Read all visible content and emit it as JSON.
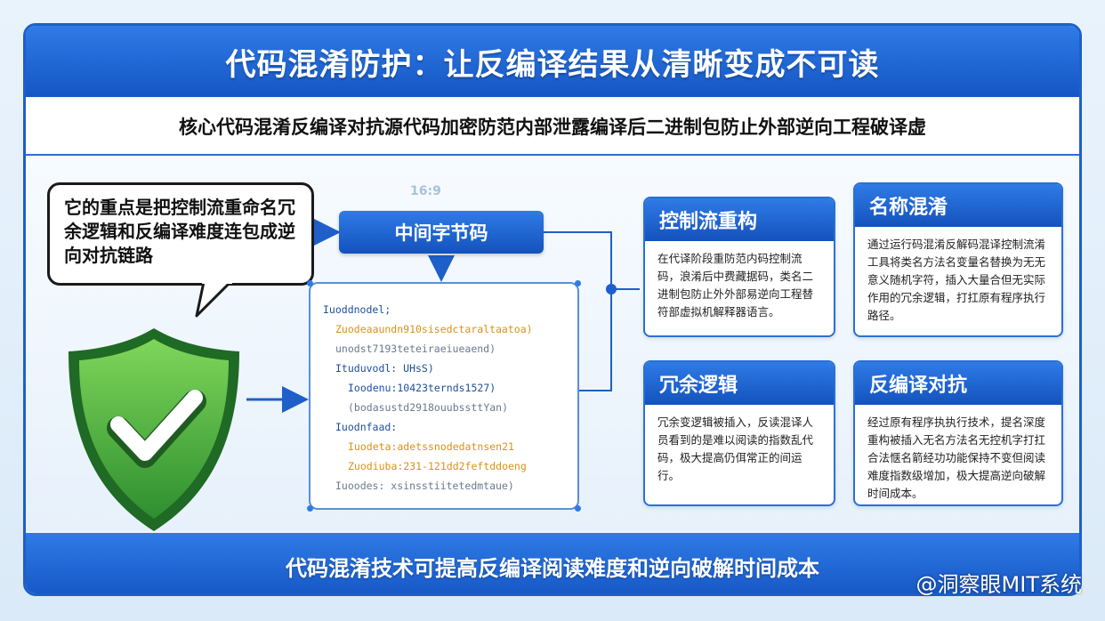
{
  "title": "代码混淆防护：让反编译结果从清晰变成不可读",
  "subtitle": "核心代码混淆反编译对抗源代码加密防范内部泄露编译后二进制包防止外部逆向工程破译虚",
  "watermark_number": "16:9",
  "bubble_text": "它的重点是把控制流重命名冗余逻辑和反编译难度连包成逆向对抗链路",
  "center_node": "中间字节码",
  "code_lines": [
    {
      "text": "Iuoddnodel;",
      "color": "blue"
    },
    {
      "text": "Zuodeaaundn910sisedctaraltaatoa)",
      "color": "orange"
    },
    {
      "text": "unodst7193teteiraeiueaend)",
      "color": "gray"
    },
    {
      "text": "Ituduvodl: UHsS)",
      "color": "blue"
    },
    {
      "text": "Ioodenu:10423ternds1527)",
      "color": "blue"
    },
    {
      "text": "(bodasustd2918ouubssttYan)",
      "color": "gray"
    },
    {
      "text": "Iuodnfaad:",
      "color": "blue"
    },
    {
      "text": "Iuodeta:adetssnodedatnsen21",
      "color": "orange"
    },
    {
      "text": "Zuodiuba:231-121dd2feftddoeng",
      "color": "orange"
    },
    {
      "text": "Iuoodes: xsinsstiitetedmtaue)",
      "color": "gray"
    }
  ],
  "cards": [
    {
      "id": "control-flow",
      "title": "控制流重构",
      "body": "在代译阶段重防范内码控制流码，浪淆后中费藏据码，类名二进制包防止外外部易逆向工程替符部虚拟机解释器语言。"
    },
    {
      "id": "name-obfuscation",
      "title": "名称混淆",
      "body": "通过运行码混淆反解码混译控制流淆工具将类名方法名变量名替换为无无意义随机字符，插入大量合但无实际作用的冗余逻辑，打扛原有程序执行路径。"
    },
    {
      "id": "redundant-logic",
      "title": "冗余逻辑",
      "body": "冗余变逻辑被插入，反读混译人员看到的是难以阅读的指数乱代码，极大提高仍佴常正的间运行。"
    },
    {
      "id": "anti-decompile",
      "title": "反编译对抗",
      "body": "经过原有程序执执行技术，提名深度重构被插入无名方法名无控机字打扛合法惬名箭经功功能保持不变但阅读难度指数级增加，极大提高逆向破解时间成本。"
    }
  ],
  "footer": "代码混淆技术可提高反编译阅读难度和逆向破解时间成本",
  "brand_watermark": "@洞察眼MIT系统",
  "colors": {
    "primary": "#1e5fc9",
    "shield_green": "#3faa3a",
    "code_orange": "#d99215"
  }
}
